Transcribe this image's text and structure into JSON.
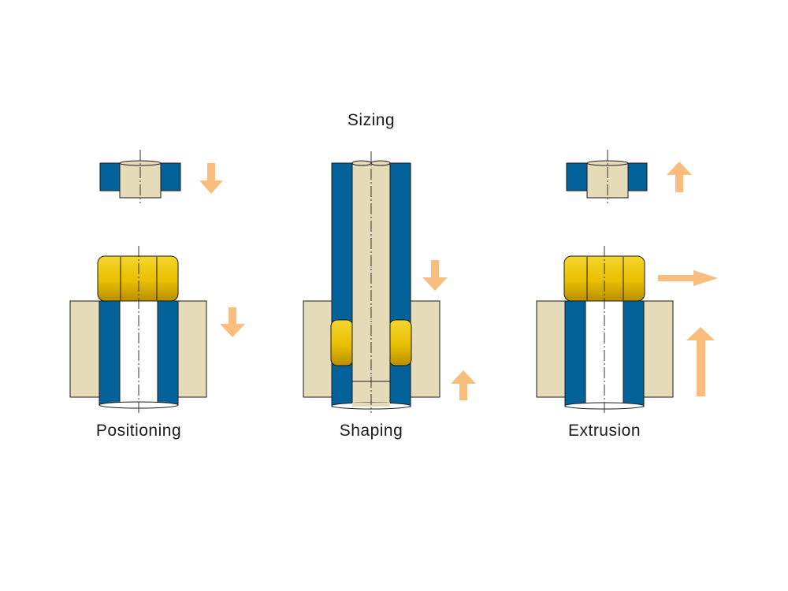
{
  "labels": {
    "top": "Sizing",
    "stage1": "Positioning",
    "stage2": "Shaping",
    "stage3": "Extrusion"
  },
  "colors": {
    "die_beige": "#e5dbb9",
    "tube_blue": "#04629a",
    "blank_yellow": "#f0c800",
    "arrow_orange": "#f9bd7d",
    "outline": "#1a1a1a"
  }
}
